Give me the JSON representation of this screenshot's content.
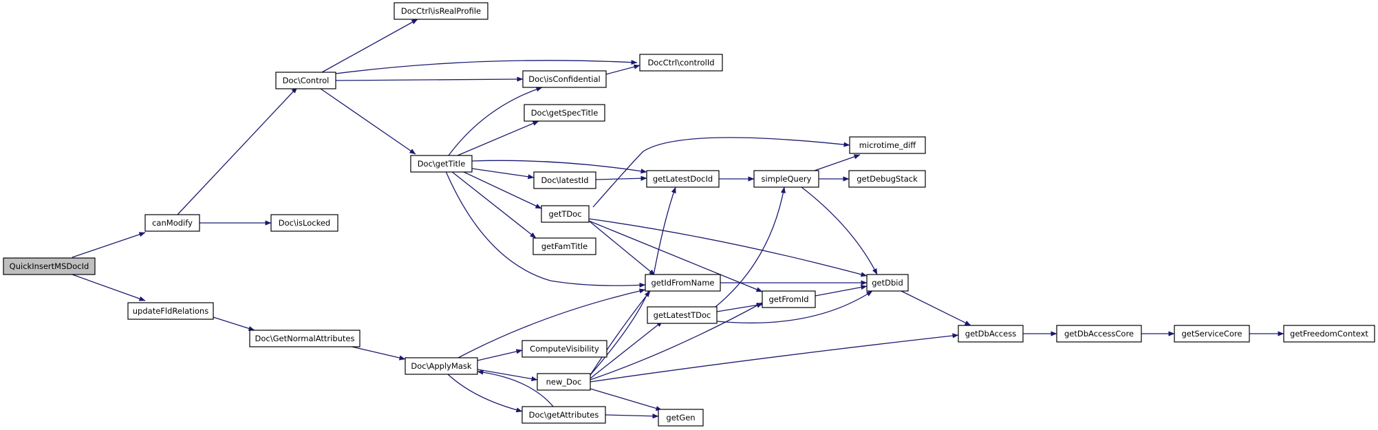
{
  "graph": {
    "colors": {
      "edge": "#191970",
      "root_fill": "#bfbfbf",
      "node_fill": "#ffffff"
    },
    "nodes": {
      "root": "QuickInsertMSDocId",
      "canModify": "canModify",
      "updateFldRelations": "updateFldRelations",
      "docControl": "Doc\\Control",
      "docIsLocked": "Doc\\isLocked",
      "docGetNormalAttributes": "Doc\\GetNormalAttributes",
      "isRealProfile": "DocCtrl\\isRealProfile",
      "controlId": "DocCtrl\\controlId",
      "docIsConfidential": "Doc\\isConfidential",
      "docGetSpecTitle": "Doc\\getSpecTitle",
      "docGetTitle": "Doc\\getTitle",
      "docLatestId": "Doc\\latestId",
      "getTDoc": "getTDoc",
      "getFamTitle": "getFamTitle",
      "getLatestDocId": "getLatestDocId",
      "getIdFromName": "getIdFromName",
      "getLatestTDoc": "getLatestTDoc",
      "getFromId": "getFromId",
      "simpleQuery": "simpleQuery",
      "microtimeDiff": "microtime_diff",
      "getDebugStack": "getDebugStack",
      "getDbid": "getDbid",
      "getDbAccess": "getDbAccess",
      "getDbAccessCore": "getDbAccessCore",
      "getServiceCore": "getServiceCore",
      "getFreedomContext": "getFreedomContext",
      "docApplyMask": "Doc\\ApplyMask",
      "computeVisibility": "ComputeVisibility",
      "newDoc": "new_Doc",
      "docGetAttributes": "Doc\\getAttributes",
      "getGen": "getGen"
    }
  }
}
